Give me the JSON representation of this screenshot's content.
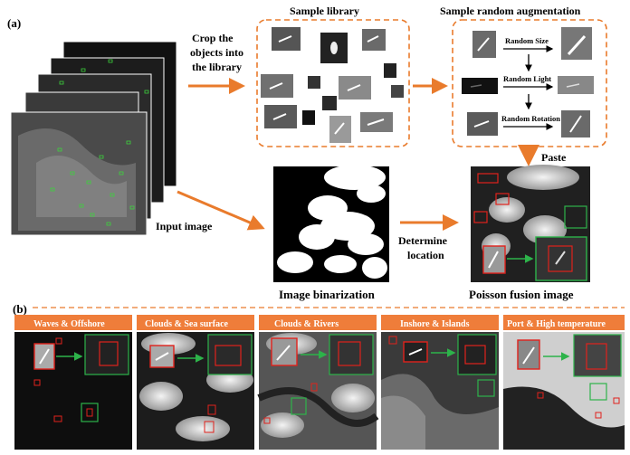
{
  "panel_a": {
    "label": "(a)",
    "crop_text": [
      "Crop the",
      "objects into",
      "the library"
    ],
    "sample_library_title": "Sample library",
    "augmentation_title": "Sample random augmentation",
    "aug_labels": [
      "Random  Size",
      "Random  Light",
      "Random  Rotation"
    ],
    "paste_label": "Paste",
    "input_label": "Input image",
    "determine_text": [
      "Determine",
      "location"
    ],
    "binarization_label": "Image binarization",
    "poisson_label": "Poisson fusion image"
  },
  "panel_b": {
    "label": "(b)",
    "scenes": [
      "Waves & Offshore",
      "Clouds & Sea surface",
      "Clouds & Rivers",
      "Inshore & Islands",
      "Port & High temperature"
    ]
  },
  "colors": {
    "accent_orange": "#e97b2c",
    "box_red": "#e0221c",
    "arrow_green": "#2db34a",
    "tag_orange": "#ef7d3a"
  }
}
